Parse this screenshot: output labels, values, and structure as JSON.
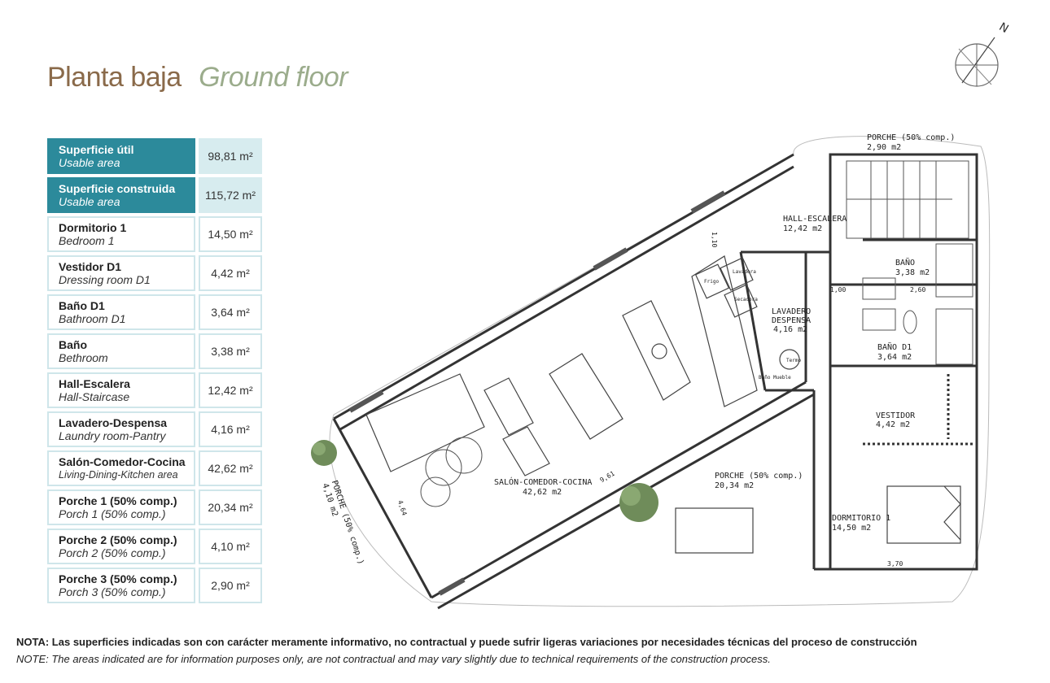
{
  "title": {
    "es": "Planta baja",
    "en": "Ground floor"
  },
  "areas": [
    {
      "es": "Superficie útil",
      "en": "Usable area",
      "value": "98,81 m²",
      "highlight": true
    },
    {
      "es": "Superficie construida",
      "en": "Usable area",
      "value": "115,72 m²",
      "highlight": true
    },
    {
      "es": "Dormitorio 1",
      "en": "Bedroom 1",
      "value": "14,50 m²"
    },
    {
      "es": "Vestidor D1",
      "en": "Dressing room D1",
      "value": "4,42 m²"
    },
    {
      "es": "Baño D1",
      "en": "Bathroom D1",
      "value": "3,64 m²"
    },
    {
      "es": "Baño",
      "en": "Bethroom",
      "value": "3,38 m²"
    },
    {
      "es": "Hall-Escalera",
      "en": "Hall-Staircase",
      "value": "12,42 m²"
    },
    {
      "es": "Lavadero-Despensa",
      "en": "Laundry room-Pantry",
      "value": "4,16 m²"
    },
    {
      "es": "Salón-Comedor-Cocina",
      "en": "Living-Dining-Kitchen area",
      "value": "42,62 m²"
    },
    {
      "es": "Porche 1 (50% comp.)",
      "en": "Porch 1 (50% comp.)",
      "value": "20,34 m²"
    },
    {
      "es": "Porche 2 (50% comp.)",
      "en": "Porch 2 (50% comp.)",
      "value": "4,10 m²"
    },
    {
      "es": "Porche 3 (50% comp.)",
      "en": "Porch 3 (50% comp.)",
      "value": "2,90 m²"
    }
  ],
  "plan_labels": {
    "porche_top": "PORCHE (50% comp.)",
    "porche_top_area": "2,90 m2",
    "hall": "HALL-ESCALERA",
    "hall_area": "12,42 m2",
    "bano": "BAÑO",
    "bano_area": "3,38 m2",
    "lavadero": "LAVADERO",
    "despensa": "DESPENSA",
    "lavadero_area": "4,16 m2",
    "bano_d1": "BAÑO D1",
    "bano_d1_area": "3,64 m2",
    "vestidor": "VESTIDOR",
    "vestidor_area": "4,42 m2",
    "salon": "SALÓN-COMEDOR-COCINA",
    "salon_area": "42,62 m2",
    "porche_mid": "PORCHE (50% comp.)",
    "porche_mid_area": "20,34 m2",
    "dormitorio": "DORMITORIO 1",
    "dormitorio_area": "14,50 m2",
    "porche_left": "PORCHE (50% comp.)",
    "porche_left_area": "4,10 m2",
    "dim_100": "1,00",
    "dim_260": "2,60",
    "dim_961": "9,61",
    "dim_370": "3,70",
    "dim_110": "1,10",
    "dim_464": "4,64",
    "frigo": "Frigo",
    "lavadora": "Lavadora",
    "secadora": "Secadora",
    "termo": "Termo",
    "bano_mueble": "Baño Mueble"
  },
  "compass": {
    "north": "N"
  },
  "notes": {
    "es": "NOTA: Las superficies indicadas son con carácter meramente informativo, no contractual y puede sufrir ligeras variaciones por necesidades técnicas del proceso de construcción",
    "en": "NOTE: The areas indicated are for information purposes only, are not contractual and may vary slightly due to technical requirements of the construction process."
  },
  "colors": {
    "brown": "#8a6a4a",
    "sage": "#9bac8c",
    "teal": "#2c8a9b",
    "light_teal": "#cfe6ea"
  }
}
